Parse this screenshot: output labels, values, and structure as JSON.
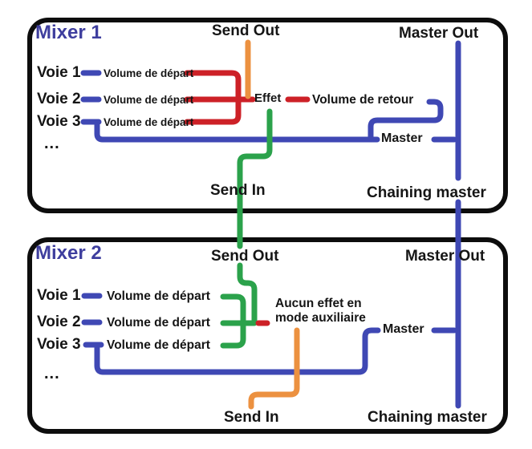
{
  "colors": {
    "blue": "#3f48b4",
    "title": "#3e3e9e",
    "red": "#cd2127",
    "green": "#2ba24b",
    "orange": "#ec9140",
    "border": "#0d0d0d",
    "ink": "#151515"
  },
  "mixer1": {
    "title": "Mixer 1",
    "send_out": "Send Out",
    "master_out": "Master Out",
    "channels": [
      {
        "label": "Voie 1",
        "volume": "Volume de départ"
      },
      {
        "label": "Voie 2",
        "volume": "Volume de départ"
      },
      {
        "label": "Voie 3",
        "volume": "Volume de départ"
      }
    ],
    "ellipsis": "...",
    "effect": "Effet",
    "return_volume": "Volume de retour",
    "master": "Master",
    "send_in": "Send In",
    "chaining_master": "Chaining master"
  },
  "mixer2": {
    "title": "Mixer 2",
    "send_out": "Send Out",
    "master_out": "Master Out",
    "channels": [
      {
        "label": "Voie 1",
        "volume": "Volume de départ"
      },
      {
        "label": "Voie 2",
        "volume": "Volume de départ"
      },
      {
        "label": "Voie 3",
        "volume": "Volume de départ"
      }
    ],
    "ellipsis": "...",
    "no_effect_line1": "Aucun effet en",
    "no_effect_line2": "mode auxiliaire",
    "master": "Master",
    "send_in": "Send In",
    "chaining_master": "Chaining master"
  }
}
